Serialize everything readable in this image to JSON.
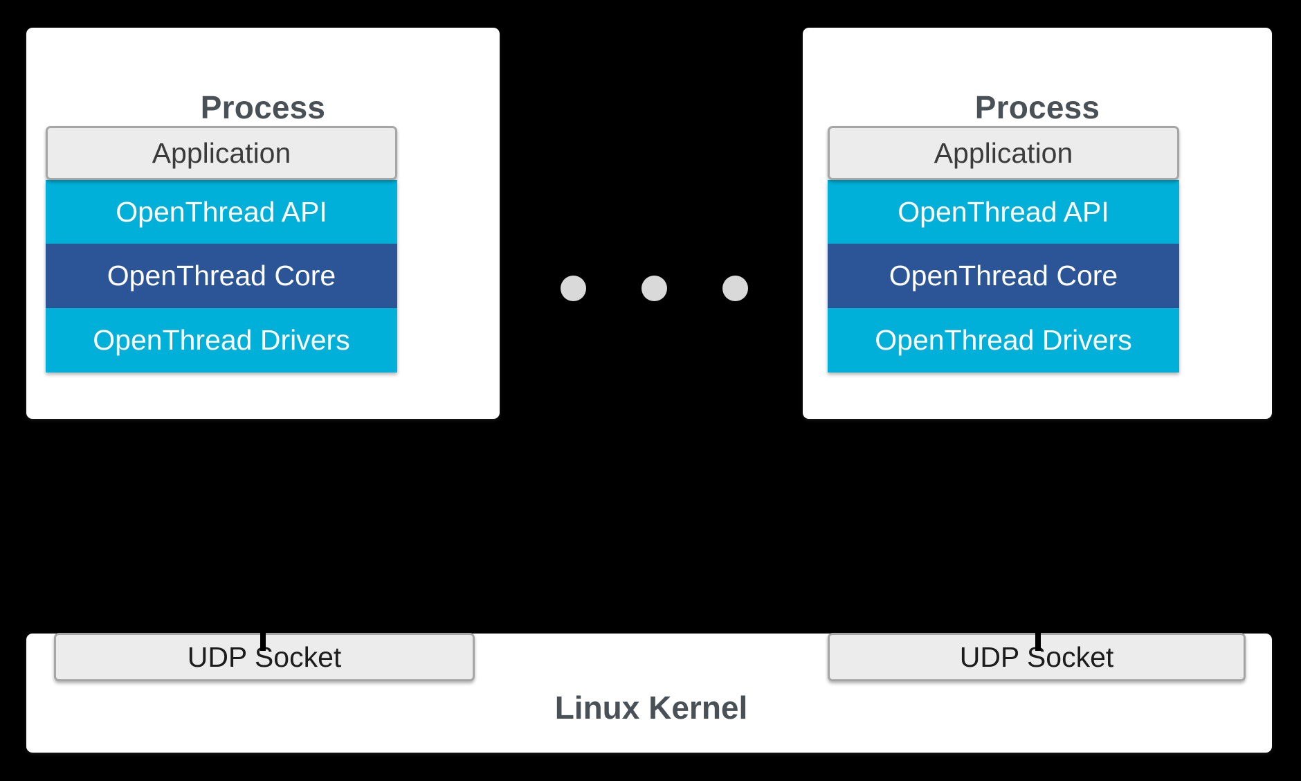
{
  "diagram": {
    "background_color": "#000000",
    "processes": [
      {
        "title": "Process",
        "layers": [
          {
            "label": "Application",
            "style": "app",
            "color": "#ececec"
          },
          {
            "label": "OpenThread API",
            "style": "cyan",
            "color": "#00b0d8"
          },
          {
            "label": "OpenThread Core",
            "style": "navy",
            "color": "#2b5597"
          },
          {
            "label": "OpenThread Drivers",
            "style": "cyan",
            "color": "#00b0d8"
          }
        ]
      },
      {
        "title": "Process",
        "layers": [
          {
            "label": "Application",
            "style": "app",
            "color": "#ececec"
          },
          {
            "label": "OpenThread API",
            "style": "cyan",
            "color": "#00b0d8"
          },
          {
            "label": "OpenThread Core",
            "style": "navy",
            "color": "#2b5597"
          },
          {
            "label": "OpenThread Drivers",
            "style": "cyan",
            "color": "#00b0d8"
          }
        ]
      }
    ],
    "ellipsis": {
      "name": "more-processes-ellipsis",
      "count": 3,
      "color": "#d9d9d9"
    },
    "kernel": {
      "title": "Linux Kernel",
      "title_color": "#4a5156",
      "sockets": [
        {
          "label": "UDP Socket"
        },
        {
          "label": "UDP Socket"
        }
      ]
    },
    "connectors": [
      {
        "name": "socket-to-drivers-arrow-left",
        "direction": "up",
        "color": "#000000"
      },
      {
        "name": "socket-to-drivers-arrow-right",
        "direction": "up",
        "color": "#000000"
      }
    ]
  }
}
